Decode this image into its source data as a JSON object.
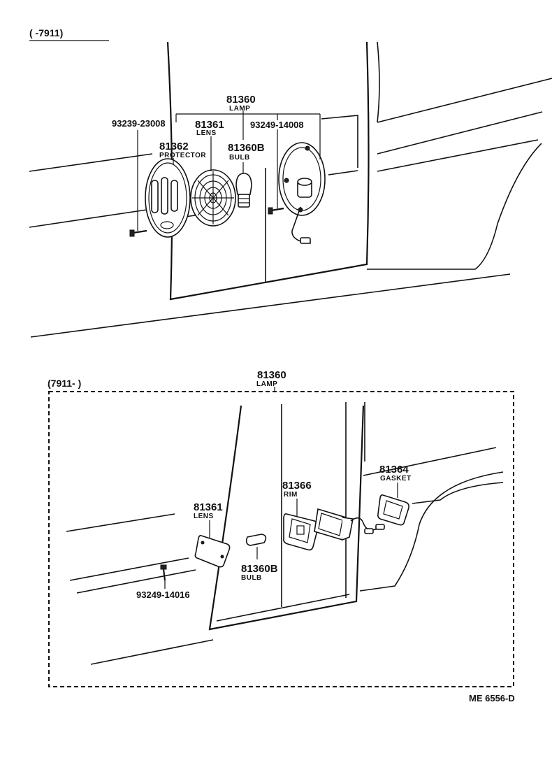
{
  "upper_section": {
    "date_range": "(      -7911)",
    "lamp": {
      "number": "81360",
      "name": "LAMP"
    },
    "parts": [
      {
        "number": "93239-23008",
        "name": ""
      },
      {
        "number": "81361",
        "name": "LENS"
      },
      {
        "number": "81362",
        "name": "PROTECTOR"
      },
      {
        "number": "81360B",
        "name": "BULB"
      },
      {
        "number": "93249-14008",
        "name": ""
      }
    ]
  },
  "lower_section": {
    "date_range": "(7911-        )",
    "lamp": {
      "number": "81360",
      "name": "LAMP"
    },
    "parts": [
      {
        "number": "81364",
        "name": "GASKET"
      },
      {
        "number": "81366",
        "name": "RIM"
      },
      {
        "number": "81361",
        "name": "LENS"
      },
      {
        "number": "81360B",
        "name": "BULB"
      },
      {
        "number": "93249-14016",
        "name": ""
      }
    ]
  },
  "drawing_code": "ME 6556-D"
}
